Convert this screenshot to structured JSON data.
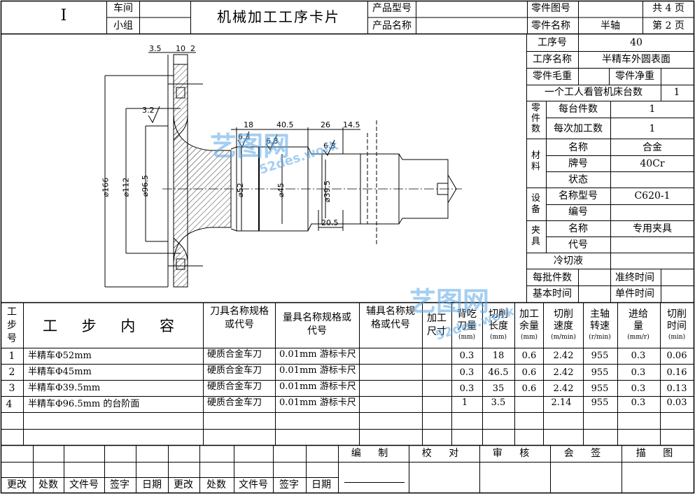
{
  "header": {
    "roman": "Ⅰ",
    "workshop_label": "车间",
    "group_label": "小组",
    "title": "机械加工工序卡片",
    "product_model_label": "产品型号",
    "product_name_label": "产品名称",
    "part_drawing_label": "零件图号",
    "part_name_label": "零件名称",
    "part_name": "半轴",
    "total_pages": "共 4 页",
    "page_no": "第 2 页"
  },
  "info": {
    "op_no_label": "工序号",
    "op_no": "40",
    "op_name_label": "工序名称",
    "op_name": "半精车外圆表面",
    "gross_weight_label": "零件毛重",
    "net_weight_label": "零件净重",
    "machines_label": "一个工人看管机床台数",
    "machines": "1",
    "parts_count_group": "零件数",
    "per_machine_label": "每台件数",
    "per_machine": "1",
    "per_process_label": "每次加工数",
    "per_process": "1",
    "material_group": "材料",
    "mat_name_label": "名称",
    "mat_name": "合金",
    "grade_label": "牌号",
    "grade": "40Cr",
    "state_label": "状态",
    "equipment_group": "设备",
    "model_label": "名称型号",
    "model": "C620-1",
    "eq_no_label": "编号",
    "fixture_group": "夹具",
    "fix_name_label": "名称",
    "fix_name": "专用夹具",
    "fix_code_label": "代号",
    "coolant_label": "冷切液",
    "batch_label": "每批件数",
    "prep_label": "准终时间",
    "base_time_label": "基本时间",
    "unit_time_label": "单件时间"
  },
  "drawing_dims": {
    "d1": "3.5",
    "d2": "10",
    "d3": "2",
    "d4": "3.2",
    "d5": "18",
    "d6": "40.5",
    "d7": "26",
    "d8": "14.5",
    "r1": "6.3",
    "r2": "6.3",
    "r3": "6.3",
    "dia166": "⌀166",
    "dia112": "⌀112",
    "dia96": "⌀96.5",
    "dia52": "⌀52",
    "dia45": "⌀45",
    "dia39": "⌀39.5",
    "d20": "20.5"
  },
  "columns": {
    "step_no": "工步号",
    "content": "工 步 内 容",
    "tool": "刀具名称规格或代号",
    "gauge": "量具名称规格或代号",
    "aux": "辅具名称规格或代号",
    "proc_size": "加工尺寸",
    "depth": "背吃刀量",
    "depth_unit": "(mm)",
    "length": "切削长度",
    "length_unit": "(mm)",
    "allowance": "加工余量",
    "allowance_unit": "(mm)",
    "speed": "切削速度",
    "speed_unit": "(m/min)",
    "spindle": "主轴转速",
    "spindle_unit": "(r/min)",
    "feed": "进给量",
    "feed_unit": "(mm/r)",
    "time": "切削时间",
    "time_unit": "(min)"
  },
  "rows": [
    {
      "no": "1",
      "content": "半精车Φ52mm",
      "tool": "硬质合金车刀",
      "gauge": "0.01mm 游标卡尺",
      "depth": "0.3",
      "length": "18",
      "allowance": "0.6",
      "speed": "2.42",
      "spindle": "955",
      "feed": "0.3",
      "time": "0.06"
    },
    {
      "no": "2",
      "content": "半精车Φ45mm",
      "tool": "硬质合金车刀",
      "gauge": "0.01mm 游标卡尺",
      "depth": "0.3",
      "length": "46.5",
      "allowance": "0.6",
      "speed": "2.42",
      "spindle": "955",
      "feed": "0.3",
      "time": "0.16"
    },
    {
      "no": "3",
      "content": "半精车Φ39.5mm",
      "tool": "硬质合金车刀",
      "gauge": "0.01mm 游标卡尺",
      "depth": "0.3",
      "length": "35",
      "allowance": "0.6",
      "speed": "2.42",
      "spindle": "955",
      "feed": "0.3",
      "time": "0.13"
    },
    {
      "no": "4",
      "content": "半精车Φ96.5mm 的台阶面",
      "tool": "硬质合金车刀",
      "gauge": "0.01mm 游标卡尺",
      "depth": "1",
      "length": "3.5",
      "allowance": "",
      "speed": "2.14",
      "spindle": "955",
      "feed": "0.3",
      "time": "0.03"
    }
  ],
  "footer": {
    "compile": "编 制",
    "check": "校 对",
    "review": "审 核",
    "sign": "会 签",
    "trace": "描 图",
    "rev1": "更改",
    "qty1": "处数",
    "doc1": "文件号",
    "signer1": "签字",
    "date1": "日期",
    "rev2": "更改",
    "qty2": "处数",
    "doc2": "文件号",
    "signer2": "签字",
    "date2": "日期"
  },
  "watermark": {
    "brand": "艺图网",
    "url": "52des.work"
  }
}
